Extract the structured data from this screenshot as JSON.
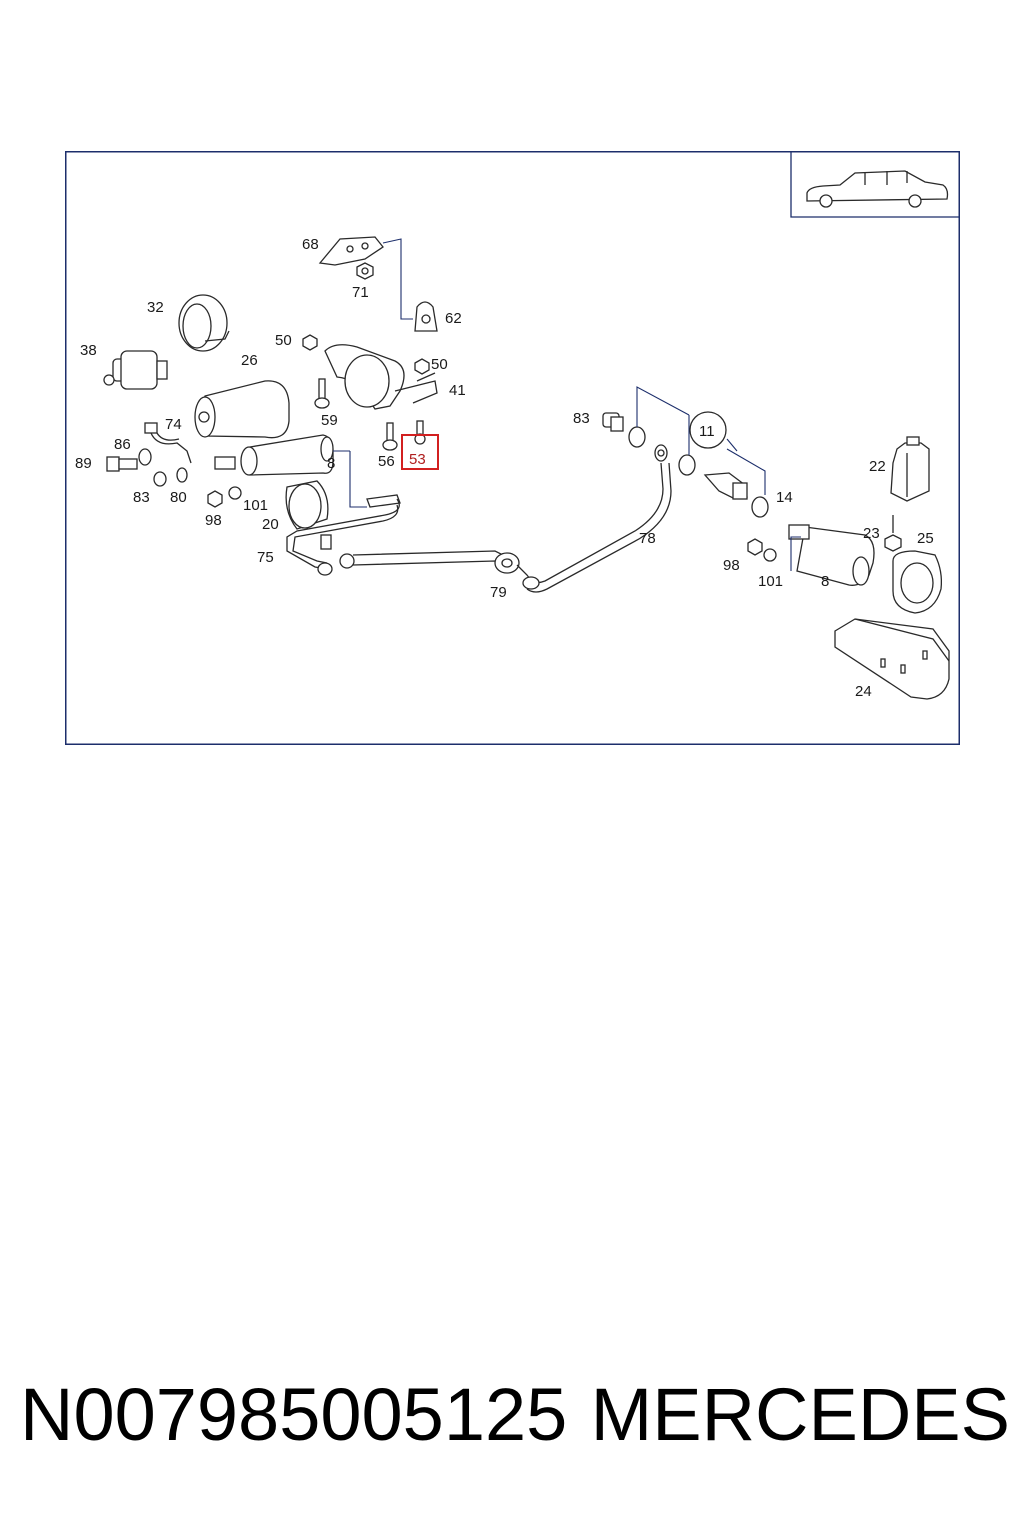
{
  "diagram": {
    "highlighted_part": "53",
    "parts": {
      "p68": "68",
      "p71": "71",
      "p62": "62",
      "p32": "32",
      "p38": "38",
      "p26": "26",
      "p50a": "50",
      "p50b": "50",
      "p41": "41",
      "p59": "59",
      "p74": "74",
      "p86": "86",
      "p89": "89",
      "p83a": "83",
      "p80": "80",
      "p98a": "98",
      "p101a": "101",
      "p20": "20",
      "p8a": "8",
      "p56": "56",
      "p53": "53",
      "p75": "75",
      "p79": "79",
      "p78": "78",
      "p83b": "83",
      "p11": "11",
      "p14": "14",
      "p22": "22",
      "p23": "23",
      "p25": "25",
      "p98b": "98",
      "p101b": "101",
      "p8b": "8",
      "p24": "24"
    }
  },
  "caption": {
    "part_number": "N007985005125",
    "brand": "MERCEDES"
  },
  "colors": {
    "frame": "#1c2e6b",
    "highlight": "#d22020",
    "line": "#2a2a2a"
  }
}
